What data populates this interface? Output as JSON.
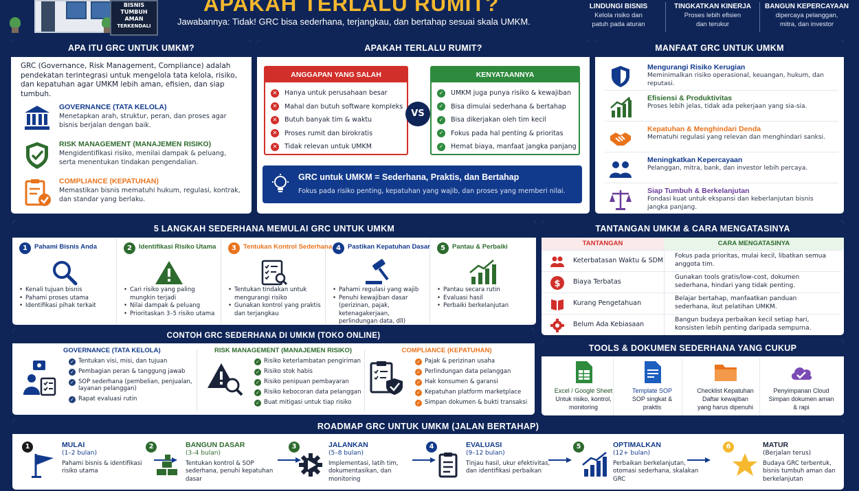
{
  "colors": {
    "navy": "#0f2557",
    "gold": "#f5b82e",
    "red": "#d12f2a",
    "green": "#2e8b3e",
    "orange": "#e8731c",
    "blue": "#123a8c"
  },
  "header": {
    "title": "APAKAH TERLALU RUMIT?",
    "subtitle": "Jawabannya: Tidak! GRC bisa sederhana, terjangkau, dan bertahap sesuai skala UMKM.",
    "sign": [
      "BISNIS",
      "TUMBUH",
      "AMAN",
      "TERKENDALI"
    ],
    "pillars": [
      {
        "title": "LINDUNGI BISNIS",
        "desc1": "Kelola risiko dan",
        "desc2": "patuh pada aturan"
      },
      {
        "title": "TINGKATKAN KINERJA",
        "desc1": "Proses lebih efisien",
        "desc2": "dan terukur"
      },
      {
        "title": "BANGUN KEPERCAYAAN",
        "desc1": "dipercaya pelanggan,",
        "desc2": "mitra, dan investor"
      }
    ]
  },
  "what_is": {
    "title": "APA ITU GRC UNTUK UMKM?",
    "intro": "GRC (Governance, Risk Management, Compliance) adalah pendekatan terintegrasi untuk mengelola tata kelola, risiko, dan kepatuhan agar UMKM lebih aman, efisien, dan siap tumbuh.",
    "items": [
      {
        "icon": "bank-building-icon",
        "title": "GOVERNANCE (TATA KELOLA)",
        "desc": "Menetapkan arah, struktur, peran, dan proses agar bisnis berjalan dengan baik.",
        "color": "#123a8c"
      },
      {
        "icon": "shield-check-icon",
        "title": "RISK MANAGEMENT (MANAJEMEN RISIKO)",
        "desc": "Mengidentifikasi risiko, menilai dampak & peluang, serta menentukan tindakan pengendalian.",
        "color": "#2e6b2e"
      },
      {
        "icon": "clipboard-check-icon",
        "title": "COMPLIANCE (KEPATUHAN)",
        "desc": "Memastikan bisnis mematuhi hukum, regulasi, kontrak, dan standar yang berlaku.",
        "color": "#e8731c"
      }
    ]
  },
  "too_complex": {
    "title": "APAKAH TERLALU RUMIT?",
    "myths_title": "ANGGAPAN YANG SALAH",
    "myths": [
      "Hanya untuk perusahaan besar",
      "Mahal dan butuh software kompleks",
      "Butuh banyak tim & waktu",
      "Proses rumit dan birokratis",
      "Tidak relevan untuk UMKM"
    ],
    "vs": "VS",
    "facts_title": "KENYATAANNYA",
    "facts": [
      "UMKM juga punya risiko & kewajiban",
      "Bisa dimulai sederhana & bertahap",
      "Bisa dikerjakan oleh tim kecil",
      "Fokus pada hal penting & prioritas",
      "Hemat biaya, manfaat jangka panjang"
    ],
    "conclusion_title": "GRC untuk UMKM = Sederhana, Praktis, dan Bertahap",
    "conclusion_desc": "Fokus pada risiko penting, kepatuhan yang wajib, dan proses yang memberi nilai."
  },
  "benefits": {
    "title": "MANFAAT GRC UNTUK UMKM",
    "items": [
      {
        "icon": "shield-icon",
        "title": "Mengurangi Risiko Kerugian",
        "desc": "Meminimalkan risiko operasional, keuangan, hukum, dan reputasi.",
        "color": "#123a8c"
      },
      {
        "icon": "chart-up-icon",
        "title": "Efisiensi & Produktivitas",
        "desc": "Proses lebih jelas, tidak ada pekerjaan yang sia-sia.",
        "color": "#2e6b2e"
      },
      {
        "icon": "handshake-icon",
        "title": "Kepatuhan & Menghindari Denda",
        "desc": "Mematuhi regulasi yang relevan dan menghindari sanksi.",
        "color": "#e8731c"
      },
      {
        "icon": "people-icon",
        "title": "Meningkatkan Kepercayaan",
        "desc": "Pelanggan, mitra, bank, dan investor lebih percaya.",
        "color": "#123a8c"
      },
      {
        "icon": "scale-icon",
        "title": "Siap Tumbuh & Berkelanjutan",
        "desc": "Fondasi kuat untuk ekspansi dan keberlanjutan bisnis jangka panjang.",
        "color": "#6a3d9a"
      }
    ]
  },
  "steps": {
    "title": "5 LANGKAH SEDERHANA MEMULAI GRC UNTUK UMKM",
    "items": [
      {
        "n": "1",
        "title": "Pahami Bisnis Anda",
        "icon": "magnifier-icon",
        "color": "#123a8c",
        "points": [
          "Kenali tujuan bisnis",
          "Pahami proses utama",
          "Identifikasi pihak terkait"
        ]
      },
      {
        "n": "2",
        "title": "Identifikasi Risiko Utama",
        "icon": "warning-icon",
        "color": "#2e6b2e",
        "points": [
          "Cari risiko yang paling mungkin terjadi",
          "Nilai dampak & peluang",
          "Prioritaskan 3–5 risiko utama"
        ]
      },
      {
        "n": "3",
        "title": "Tentukan Kontrol Sederhana",
        "icon": "checklist-icon",
        "color": "#e8731c",
        "points": [
          "Tentukan tindakan untuk mengurangi risiko",
          "Gunakan kontrol yang praktis dan terjangkau"
        ]
      },
      {
        "n": "4",
        "title": "Pastikan Kepatuhan Dasar",
        "icon": "gavel-icon",
        "color": "#123a8c",
        "points": [
          "Pahami regulasi yang wajib",
          "Penuhi kewajiban dasar (perizinan, pajak, ketenagakerjaan, perlindungan data, dll)"
        ]
      },
      {
        "n": "5",
        "title": "Pantau & Perbaiki",
        "icon": "chart-up-icon",
        "color": "#2e6b2e",
        "points": [
          "Pantau secara rutin",
          "Evaluasi hasil",
          "Perbaiki berkelanjutan"
        ]
      }
    ]
  },
  "challenges": {
    "title": "TANTANGAN UMKM & CARA MENGATASINYA",
    "col1": "TANTANGAN",
    "col2": "CARA MENGATASINYA",
    "rows": [
      {
        "icon": "people-icon",
        "challenge": "Keterbatasan Waktu & SDM",
        "solution": "Fokus pada prioritas, mulai kecil, libatkan semua anggota tim."
      },
      {
        "icon": "money-icon",
        "challenge": "Biaya Terbatas",
        "solution": "Gunakan tools gratis/low-cost, dokumen sederhana, hindari yang tidak penting."
      },
      {
        "icon": "book-icon",
        "challenge": "Kurang Pengetahuan",
        "solution": "Belajar bertahap, manfaatkan panduan sederhana, ikut pelatihan UMKM."
      },
      {
        "icon": "gear-icon",
        "challenge": "Belum Ada Kebiasaan",
        "solution": "Bangun budaya perbaikan kecil setiap hari, konsisten lebih penting daripada sempurna."
      }
    ]
  },
  "examples": {
    "title": "CONTOH GRC SEDERHANA DI UMKM (TOKO ONLINE)",
    "cols": [
      {
        "title": "GOVERNANCE (TATA KELOLA)",
        "icon": "team-structure-icon",
        "color": "#123a8c",
        "items": [
          "Tentukan visi, misi, dan tujuan",
          "Pembagian peran & tanggung jawab",
          "SOP sederhana (pembelian, penjualan,",
          "layanan pelanggan)",
          "Rapat evaluasi rutin"
        ]
      },
      {
        "title": "RISK MANAGEMENT (MANAJEMEN RISIKO)",
        "icon": "risk-search-icon",
        "color": "#2e6b2e",
        "items": [
          "Risiko keterlambatan pengiriman",
          "Risiko stok habis",
          "Risiko penipuan pembayaran",
          "Risiko kebocoran data pelanggan",
          "Buat mitigasi untuk tiap risiko"
        ]
      },
      {
        "title": "COMPLIANCE (KEPATUHAN)",
        "icon": "clipboard-shield-icon",
        "color": "#e8731c",
        "items": [
          "Pajak & perizinan usaha",
          "Perlindungan data pelanggan",
          "Hak konsumen & garansi",
          "Kepatuhan platform marketplace",
          "Simpan dokumen & bukti transaksi"
        ]
      }
    ]
  },
  "tools": {
    "title": "TOOLS & DOKUMEN SEDERHANA YANG CUKUP",
    "items": [
      {
        "icon": "spreadsheet-icon",
        "title": "Excel / Google Sheet",
        "desc": "Untuk risiko, kontrol, monitoring",
        "color": "#2e8b3e"
      },
      {
        "icon": "document-icon",
        "title": "Template SOP",
        "desc": "SOP singkat & praktis",
        "color": "#1d5fbf"
      },
      {
        "icon": "folder-icon",
        "title": "Checklist Kepatuhan",
        "desc": "Daftar kewajiban yang harus dipenuhi",
        "color": "#e8731c"
      },
      {
        "icon": "cloud-icon",
        "title": "Penyimpanan Cloud",
        "desc": "Simpan dokumen aman & rapi",
        "color": "#7b4bb5"
      }
    ]
  },
  "roadmap": {
    "title": "ROADMAP GRC UNTUK UMKM (JALAN BERTAHAP)",
    "stages": [
      {
        "n": "1",
        "icon": "flag-icon",
        "title": "MULAI",
        "duration": "(1–2 bulan)",
        "desc": "Pahami bisnis & identifikasi risiko utama",
        "color": "#1a1a1a"
      },
      {
        "n": "2",
        "icon": "bricks-icon",
        "title": "BANGUN DASAR",
        "duration": "(3–4 bulan)",
        "desc": "Tentukan kontrol & SOP sederhana, penuhi kepatuhan dasar",
        "color": "#2e6b2e"
      },
      {
        "n": "3",
        "icon": "gear-run-icon",
        "title": "JALANKAN",
        "duration": "(5–8 bulan)",
        "desc": "Implementasi, latih tim, dokumentasikan, dan monitoring",
        "color": "#2e6b2e"
      },
      {
        "n": "4",
        "icon": "clipboard-icon",
        "title": "EVALUASI",
        "duration": "(9–12 bulan)",
        "desc": "Tinjau hasil, ukur efektivitas, dan identifikasi perbaikan",
        "color": "#123a8c"
      },
      {
        "n": "5",
        "icon": "chart-up-icon",
        "title": "OPTIMALKAN",
        "duration": "(12+ bulan)",
        "desc": "Perbaikan berkelanjutan, otomasi sederhana, skalakan GRC",
        "color": "#2e6b2e"
      },
      {
        "n": "6",
        "icon": "star-icon",
        "title": "MATUR",
        "duration": "(Berjalan terus)",
        "desc": "Budaya GRC terbentuk, bisnis tumbuh aman dan berkelanjutan",
        "color": "#f5b82e"
      }
    ]
  }
}
